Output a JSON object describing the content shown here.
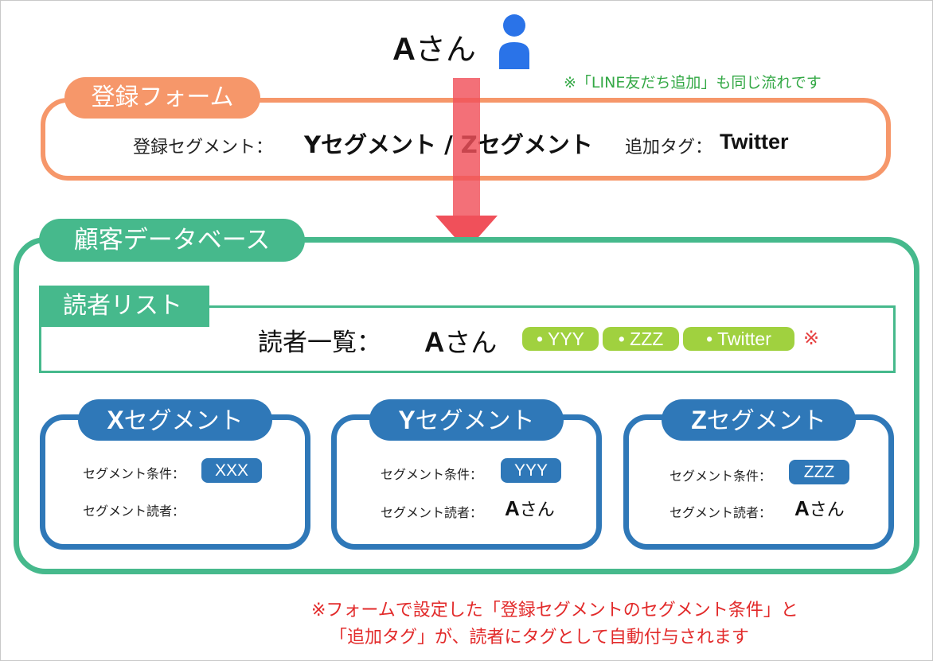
{
  "user": {
    "name_letter": "A",
    "name_suffix": "さん"
  },
  "note_top": "※「LINE友だち追加」も同じ流れです",
  "registration_form": {
    "title": "登録フォーム",
    "segment_label": "登録セグメント：",
    "segments": "Yセグメント / Zセグメント",
    "tag_label": "追加タグ：",
    "tag_value": "Twitter"
  },
  "database": {
    "title": "顧客データベース",
    "reader_list": {
      "title": "読者リスト",
      "overview_label": "読者一覧：",
      "reader_letter": "A",
      "reader_suffix": "さん",
      "tags": [
        "• YYY",
        "• ZZZ",
        "• Twitter"
      ],
      "tag_note": "※"
    },
    "segments": [
      {
        "letter": "X",
        "suffix": "セグメント",
        "condition_label": "セグメント条件：",
        "condition": "XXX",
        "readers_label": "セグメント読者：",
        "reader_letter": "",
        "reader_suffix": ""
      },
      {
        "letter": "Y",
        "suffix": "セグメント",
        "condition_label": "セグメント条件：",
        "condition": "YYY",
        "readers_label": "セグメント読者：",
        "reader_letter": "A",
        "reader_suffix": "さん"
      },
      {
        "letter": "Z",
        "suffix": "セグメント",
        "condition_label": "セグメント条件：",
        "condition": "ZZZ",
        "readers_label": "セグメント読者：",
        "reader_letter": "A",
        "reader_suffix": "さん"
      }
    ]
  },
  "note_bottom": {
    "line1": "※フォームで設定した「登録セグメントのセグメント条件」と",
    "line2": "「追加タグ」が、読者にタグとして自動付与されます"
  },
  "colors": {
    "form": "#f6976a",
    "database": "#46b98c",
    "segment": "#2f78b8",
    "tag": "#a0d13f",
    "arrow": "#f0505a",
    "note_green": "#33a845",
    "note_red": "#e22a2a"
  }
}
